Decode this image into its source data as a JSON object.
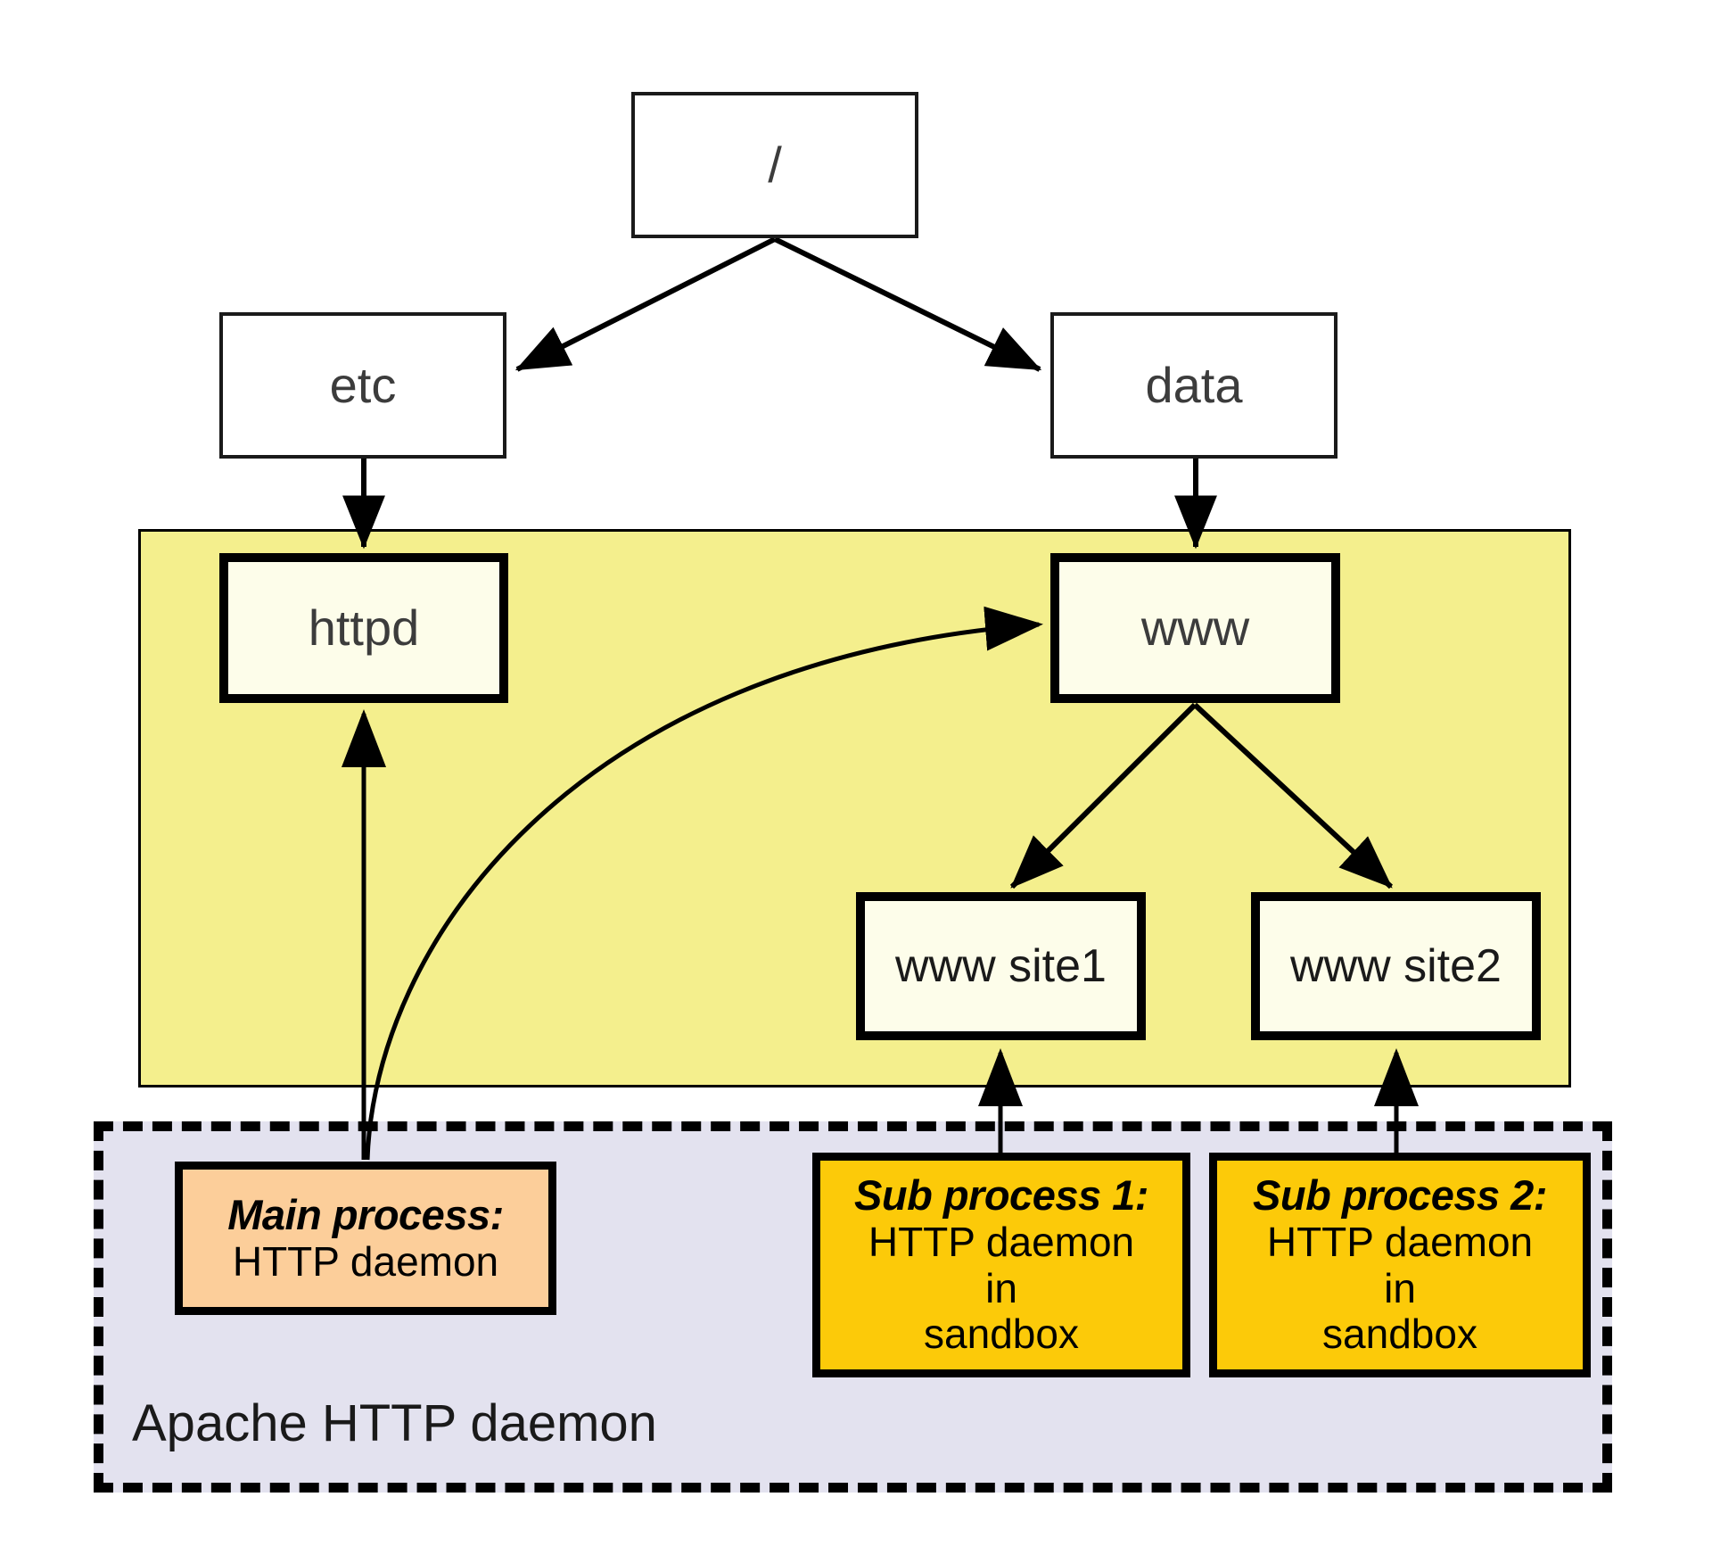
{
  "diagram": {
    "title_label": "Apache HTTP daemon",
    "colors": {
      "filesystem_region": "#F4EF8D",
      "daemon_region": "#E3E2EF",
      "fs_node_fill": "#FDFDEA",
      "main_process_fill": "#FCCE9A",
      "sub_process_fill": "#FCCA09",
      "stroke": "#000000"
    },
    "nodes": {
      "root": {
        "label": "/"
      },
      "etc": {
        "label": "etc"
      },
      "data": {
        "label": "data"
      },
      "httpd": {
        "label": "httpd"
      },
      "www": {
        "label": "www"
      },
      "site1": {
        "label": "www site1"
      },
      "site2": {
        "label": "www site2"
      }
    },
    "processes": {
      "main": {
        "title": "Main process:",
        "line1": "HTTP daemon"
      },
      "sub1": {
        "title": "Sub process 1:",
        "line1": "HTTP daemon",
        "line2": "in",
        "line3": "sandbox"
      },
      "sub2": {
        "title": "Sub process 2:",
        "title_alt": "Sub process 2:",
        "line1": "HTTP daemon",
        "line2": "in",
        "line3": "sandbox"
      }
    },
    "edges": [
      {
        "from": "root",
        "to": "etc",
        "style": "straight-arrow"
      },
      {
        "from": "root",
        "to": "data",
        "style": "straight-arrow"
      },
      {
        "from": "etc",
        "to": "httpd",
        "style": "straight-arrow"
      },
      {
        "from": "data",
        "to": "www",
        "style": "straight-arrow"
      },
      {
        "from": "www",
        "to": "site1",
        "style": "straight-arrow"
      },
      {
        "from": "www",
        "to": "site2",
        "style": "straight-arrow"
      },
      {
        "from": "main-process",
        "to": "httpd",
        "style": "straight-arrow"
      },
      {
        "from": "main-process",
        "to": "www",
        "style": "curved-arrow"
      },
      {
        "from": "sub-process-1",
        "to": "site1",
        "style": "straight-arrow"
      },
      {
        "from": "sub-process-2",
        "to": "site2",
        "style": "straight-arrow"
      }
    ]
  }
}
